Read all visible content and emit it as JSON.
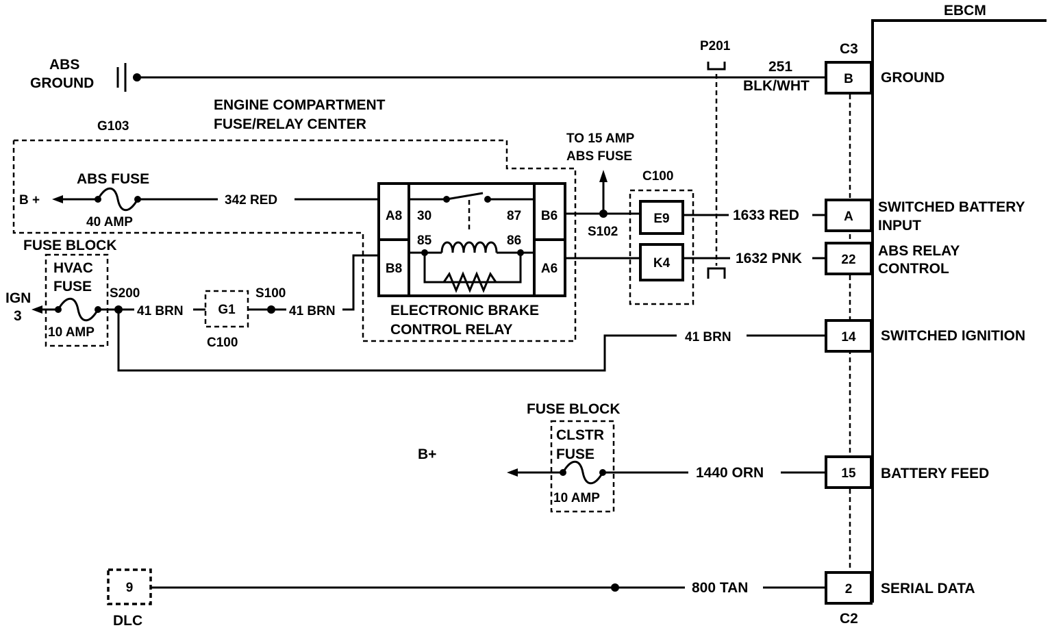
{
  "ebcm": {
    "title": "EBCM",
    "connector_c3": "C3",
    "connector_c2": "C2",
    "pins": [
      {
        "pin": "B",
        "func": "GROUND"
      },
      {
        "pin": "A",
        "func": "SWITCHED BATTERY",
        "func2": "INPUT"
      },
      {
        "pin": "22",
        "func": "ABS RELAY",
        "func2": "CONTROL"
      },
      {
        "pin": "14",
        "func": "SWITCHED IGNITION"
      },
      {
        "pin": "15",
        "func": "BATTERY FEED"
      },
      {
        "pin": "2",
        "func": "SERIAL DATA"
      }
    ]
  },
  "ground": {
    "label1": "ABS",
    "label2": "GROUND",
    "g103": "G103"
  },
  "p201": "P201",
  "wires": {
    "w251": "251",
    "w251_color": "BLK/WHT",
    "w342": "342 RED",
    "w1633": "1633 RED",
    "w1632": "1632 PNK",
    "w41a": "41 BRN",
    "w41b": "41 BRN",
    "w41c": "41 BRN",
    "w1440": "1440 ORN",
    "w800": "800 TAN"
  },
  "fuse_relay_center": {
    "line1": "ENGINE COMPARTMENT",
    "line2": "FUSE/RELAY CENTER"
  },
  "abs_fuse": {
    "name": "ABS FUSE",
    "rating": "40 AMP",
    "source": "B +"
  },
  "fuse_block1": {
    "title": "FUSE BLOCK",
    "name1": "HVAC",
    "name2": "FUSE",
    "rating": "10 AMP",
    "source1": "IGN",
    "source2": "3",
    "splice": "S200"
  },
  "c100": {
    "label": "C100",
    "label2": "C100",
    "g1": "G1",
    "s100": "S100",
    "e9": "E9",
    "k4": "K4"
  },
  "relay": {
    "line1": "ELECTRONIC BRAKE",
    "line2": "CONTROL RELAY",
    "a8": "A8",
    "b8": "B8",
    "b6": "B6",
    "a6": "A6",
    "t30": "30",
    "t87": "87",
    "t85": "85",
    "t86": "86"
  },
  "to_abs_fuse": {
    "line1": "TO 15 AMP",
    "line2": "ABS FUSE",
    "splice": "S102"
  },
  "fuse_block2": {
    "title": "FUSE BLOCK",
    "name1": "CLSTR",
    "name2": "FUSE",
    "rating": "10 AMP",
    "source": "B+"
  },
  "dlc": {
    "pin": "9",
    "label": "DLC"
  }
}
